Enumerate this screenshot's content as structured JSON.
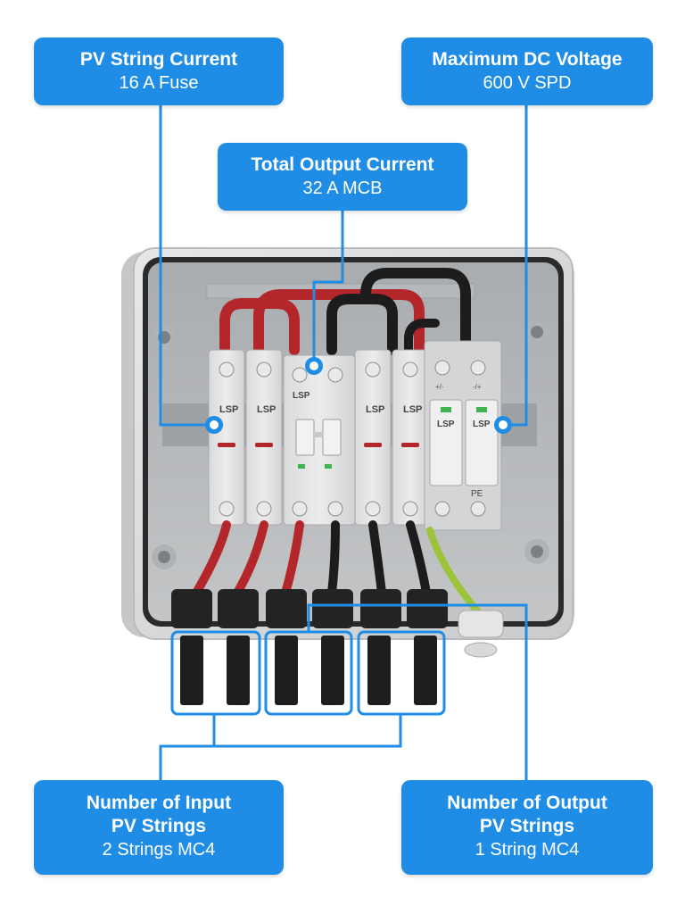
{
  "callouts": {
    "pv_string_current": {
      "title": "PV String Current",
      "subtitle": "16 A Fuse"
    },
    "max_dc_voltage": {
      "title": "Maximum DC Voltage",
      "subtitle": "600 V SPD"
    },
    "total_output_current": {
      "title": "Total Output Current",
      "subtitle": "32 A MCB"
    },
    "input_strings": {
      "title_line1": "Number of Input",
      "title_line2": "PV Strings",
      "subtitle": "2 Strings MC4"
    },
    "output_strings": {
      "title_line1": "Number of Output",
      "title_line2": "PV Strings",
      "subtitle": "1 String MC4"
    }
  },
  "device_labels": {
    "fuse_brand": "LSP",
    "mcb_brand": "LSP",
    "spd_brand": "LSP",
    "spd_pe": "PE",
    "spd_plus_minus": "+/-",
    "spd_minus_plus": "-/+"
  },
  "colors": {
    "callout_blue": "#1f8de6",
    "enclosure_gray": "#d6d8da",
    "red_wire": "#b3262a",
    "black_wire": "#1c1c1c",
    "ground_wire": "#9bc43a"
  }
}
